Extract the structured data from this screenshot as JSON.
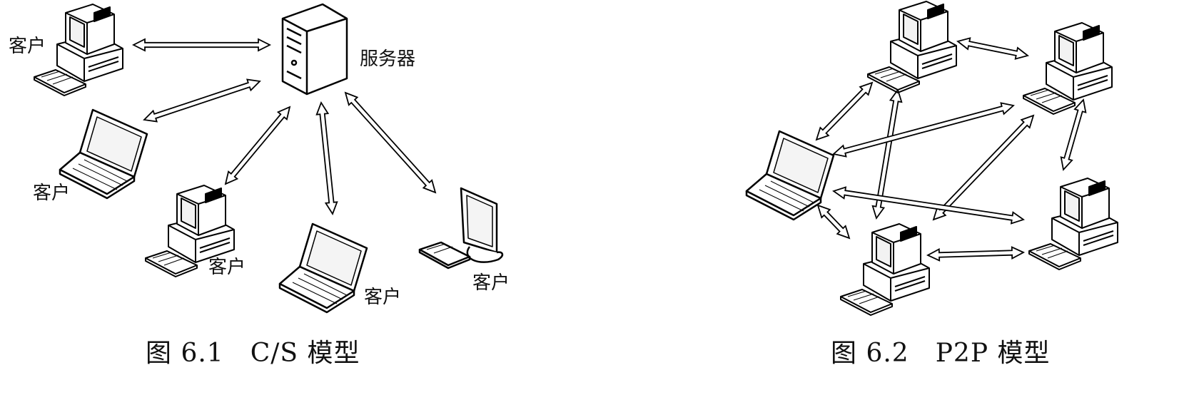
{
  "figure_cs": {
    "caption": "图 6.1　C/S 模型",
    "server_label": "服务器",
    "client_label": "客户",
    "nodes": [
      {
        "id": "server",
        "kind": "server-tower-icon",
        "label": "服务器"
      },
      {
        "id": "c1",
        "kind": "desktop-computer-icon",
        "label": "客户"
      },
      {
        "id": "c2",
        "kind": "laptop-icon",
        "label": "客户"
      },
      {
        "id": "c3",
        "kind": "desktop-computer-icon",
        "label": "客户"
      },
      {
        "id": "c4",
        "kind": "laptop-icon",
        "label": "客户"
      },
      {
        "id": "c5",
        "kind": "monitor-icon",
        "label": "客户"
      }
    ],
    "edges": [
      [
        "server",
        "c1"
      ],
      [
        "server",
        "c2"
      ],
      [
        "server",
        "c3"
      ],
      [
        "server",
        "c4"
      ],
      [
        "server",
        "c5"
      ]
    ]
  },
  "figure_p2p": {
    "caption": "图 6.2　P2P 模型",
    "nodes": [
      {
        "id": "p1",
        "kind": "desktop-computer-icon"
      },
      {
        "id": "p2",
        "kind": "desktop-computer-icon"
      },
      {
        "id": "p3",
        "kind": "laptop-icon"
      },
      {
        "id": "p4",
        "kind": "desktop-computer-icon"
      },
      {
        "id": "p5",
        "kind": "desktop-computer-icon"
      }
    ],
    "edges": [
      [
        "p1",
        "p2"
      ],
      [
        "p1",
        "p3"
      ],
      [
        "p1",
        "p5"
      ],
      [
        "p2",
        "p3"
      ],
      [
        "p2",
        "p4"
      ],
      [
        "p2",
        "p5"
      ],
      [
        "p3",
        "p4"
      ],
      [
        "p3",
        "p5"
      ],
      [
        "p4",
        "p5"
      ]
    ]
  }
}
